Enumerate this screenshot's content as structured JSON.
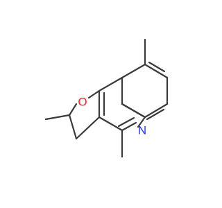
{
  "molecule": {
    "atoms": [
      {
        "id": "O1",
        "symbol": "O",
        "color": "#ff1f1f"
      },
      {
        "id": "N1",
        "symbol": "N",
        "color": "#1f35ff"
      }
    ]
  }
}
